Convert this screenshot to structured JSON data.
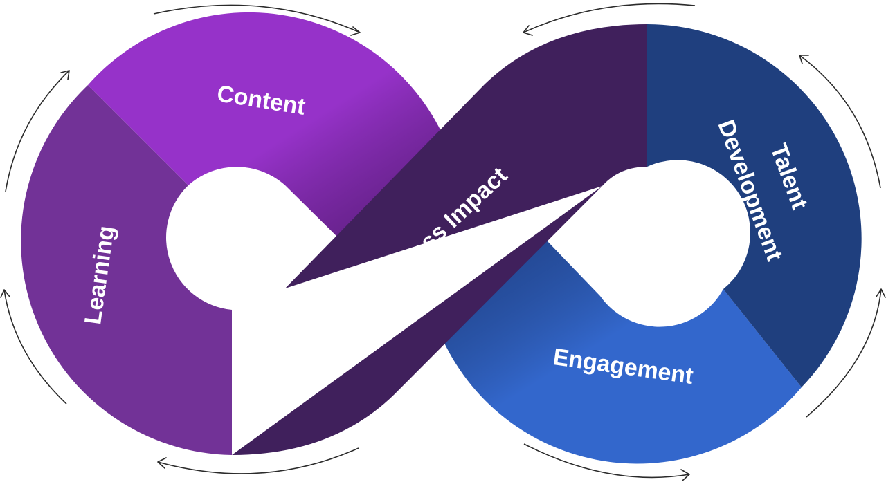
{
  "segments": {
    "content": {
      "label": "Content",
      "color": "#9632c9"
    },
    "learning": {
      "label": "Learning",
      "color": "#723297"
    },
    "business_impact": {
      "label": "Business Impact",
      "color": "#40205c"
    },
    "talent_development": {
      "label_line1": "Talent",
      "label_line2": "Development",
      "color": "#1f3f7e"
    },
    "engagement": {
      "label": "Engagement",
      "color": "#3367cc"
    }
  },
  "cycle_arrows": {
    "count": 8,
    "direction": "clockwise-flow",
    "color": "#2b2b2b"
  }
}
